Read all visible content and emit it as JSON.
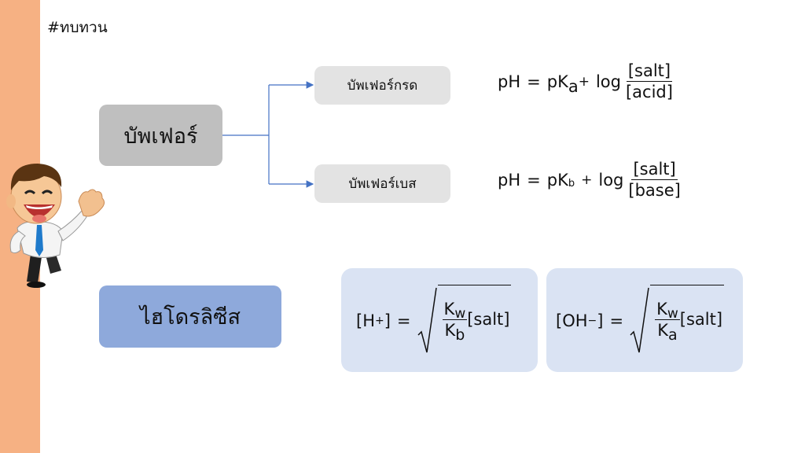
{
  "header": {
    "tag": "#ทบทวน"
  },
  "buffer": {
    "main_label": "บัพเฟอร์",
    "acid_label": "บัพเฟอร์กรด",
    "base_label": "บัพเฟอร์เบส"
  },
  "formulas": {
    "acid": {
      "lhs": "pH",
      "eq": "=",
      "pk": "pK",
      "pk_sub": "a",
      "plus": "+",
      "log": "log",
      "num": "[salt]",
      "den": "[acid]"
    },
    "base": {
      "lhs": "pH",
      "eq": "=",
      "pk": "pK",
      "pk_sub": "b",
      "plus": "+",
      "log": "log",
      "num": "[salt]",
      "den": "[base]"
    }
  },
  "hydrolysis": {
    "label": "ไฮโดรลิซีส",
    "h_formula": {
      "lhs": "[H",
      "sup": "+",
      "close": "]",
      "eq": "=",
      "num": "K",
      "num_sub": "w",
      "den": "K",
      "den_sub": "b",
      "tail": "[salt]"
    },
    "oh_formula": {
      "lhs": "[OH",
      "sup": "−",
      "close": "]",
      "eq": "=",
      "num": "K",
      "num_sub": "w",
      "den": "K",
      "den_sub": "a",
      "tail": "[salt]"
    }
  },
  "colors": {
    "stripe": "#F6B183",
    "main_box": "#BFBFBF",
    "sub_box": "#E3E3E3",
    "hydro_box": "#8EA9DB",
    "formula_box": "#DAE3F3",
    "connector": "#4472C4"
  },
  "icons": {
    "mascot": "cartoon-businessman-waving-icon"
  }
}
